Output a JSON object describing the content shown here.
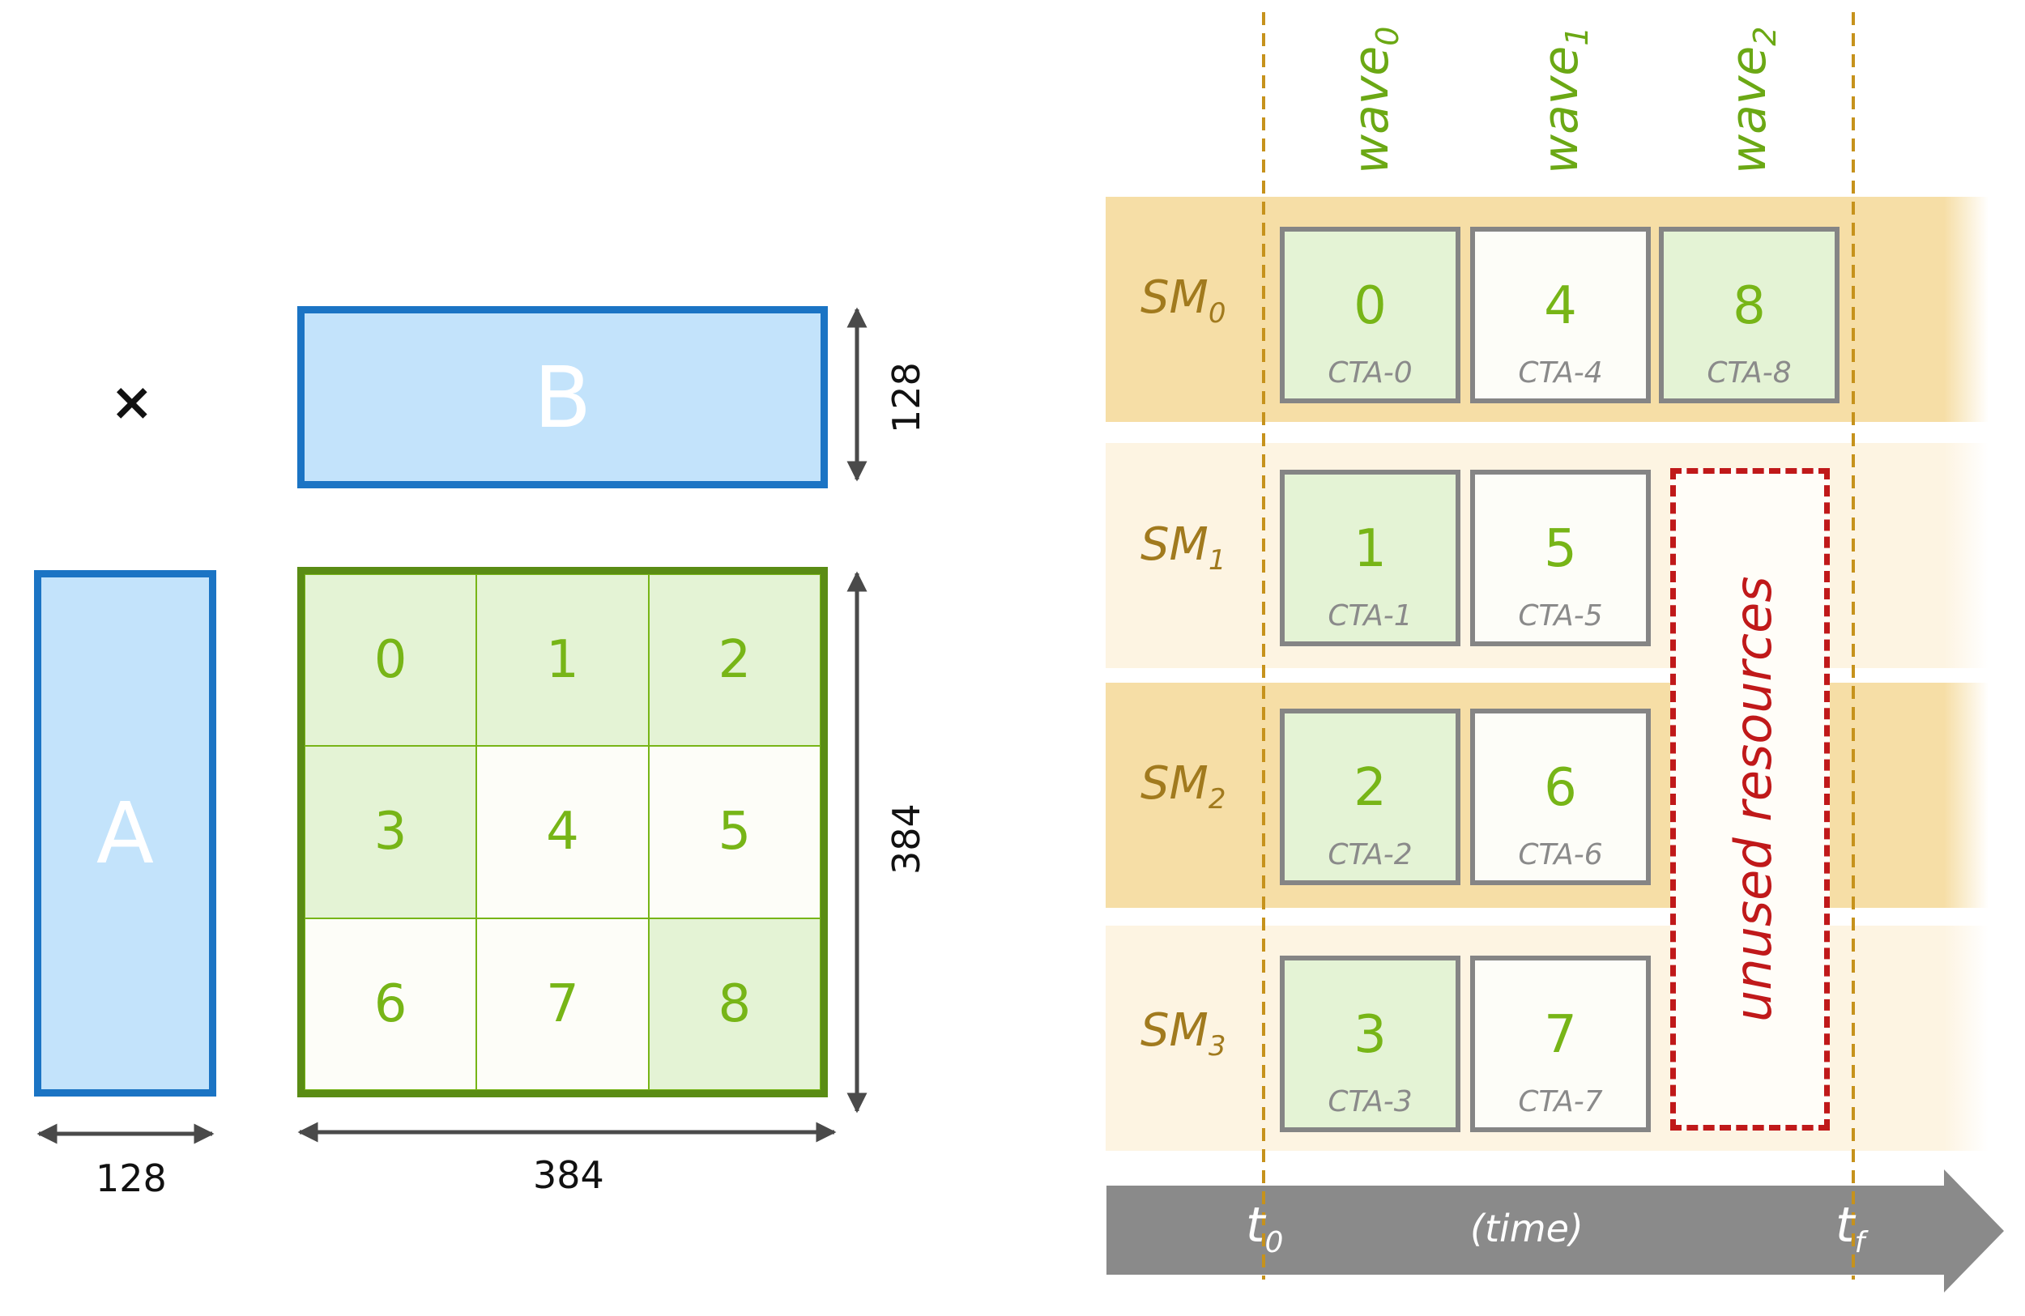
{
  "matrix": {
    "a_label": "A",
    "b_label": "B",
    "multiply_symbol": "×",
    "a_width_label": "128",
    "b_height_label": "128",
    "c_width_label": "384",
    "c_height_label": "384",
    "tiles": [
      "0",
      "1",
      "2",
      "3",
      "4",
      "5",
      "6",
      "7",
      "8"
    ]
  },
  "timeline": {
    "waves": [
      {
        "name": "wave",
        "sub": "0"
      },
      {
        "name": "wave",
        "sub": "1"
      },
      {
        "name": "wave",
        "sub": "2"
      }
    ],
    "sms": [
      {
        "name": "SM",
        "sub": "0"
      },
      {
        "name": "SM",
        "sub": "1"
      },
      {
        "name": "SM",
        "sub": "2"
      },
      {
        "name": "SM",
        "sub": "3"
      }
    ],
    "ctas": [
      {
        "num": "0",
        "label": "CTA-0"
      },
      {
        "num": "4",
        "label": "CTA-4"
      },
      {
        "num": "8",
        "label": "CTA-8"
      },
      {
        "num": "1",
        "label": "CTA-1"
      },
      {
        "num": "5",
        "label": "CTA-5"
      },
      {
        "num": "2",
        "label": "CTA-2"
      },
      {
        "num": "6",
        "label": "CTA-6"
      },
      {
        "num": "3",
        "label": "CTA-3"
      },
      {
        "num": "7",
        "label": "CTA-7"
      }
    ],
    "unused_label": "unused resources",
    "t_start": {
      "base": "t",
      "sub": "0"
    },
    "t_end": {
      "base": "t",
      "sub": "f"
    },
    "time_label": "(time)"
  },
  "colors": {
    "matrix_fill": "#c3e3fb",
    "matrix_border": "#1b74c4",
    "tile_border": "#5a8c14",
    "tile_text": "#77b517",
    "sm_band": "#f6dea6",
    "sm_label": "#a17a1e",
    "unused_border": "#c0191a",
    "time_arrow": "#8a8a8a"
  }
}
